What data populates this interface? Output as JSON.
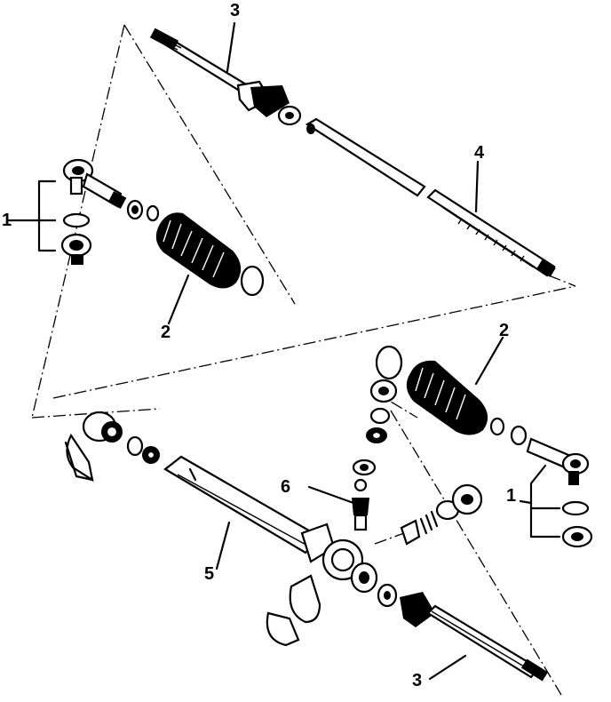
{
  "callouts": {
    "c1_left": "1",
    "c2_left": "2",
    "c3_top": "3",
    "c4": "4",
    "c2_right": "2",
    "c1_right": "1",
    "c6": "6",
    "c5": "5",
    "c3_bottom": "3"
  },
  "colors": {
    "ink": "#000000",
    "paper": "#ffffff"
  }
}
